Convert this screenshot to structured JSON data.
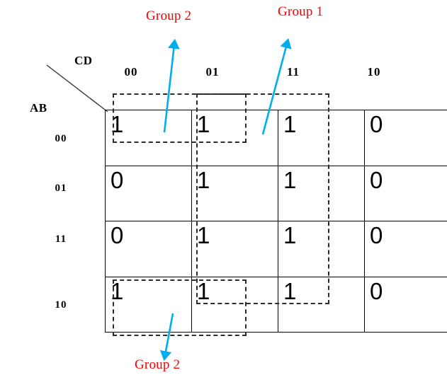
{
  "diagram": {
    "type": "karnaugh-map",
    "row_variable_label": "AB",
    "col_variable_label": "CD",
    "col_headers": [
      "00",
      "01",
      "11",
      "10"
    ],
    "row_headers": [
      "00",
      "01",
      "11",
      "10"
    ],
    "cells": [
      [
        "1",
        "1",
        "1",
        "0"
      ],
      [
        "0",
        "1",
        "1",
        "0"
      ],
      [
        "0",
        "1",
        "1",
        "0"
      ],
      [
        "1",
        "1",
        "1",
        "0"
      ]
    ],
    "annotations": {
      "group1_label": "Group 1",
      "group2_top_label": "Group 2",
      "group2_bottom_label": "Group 2"
    },
    "colors": {
      "annotation_text": "#ff0000",
      "arrow": "#00aeef",
      "grid_line": "#000000",
      "group_outline": "#2b2b2b",
      "background": "#ffffff"
    }
  }
}
